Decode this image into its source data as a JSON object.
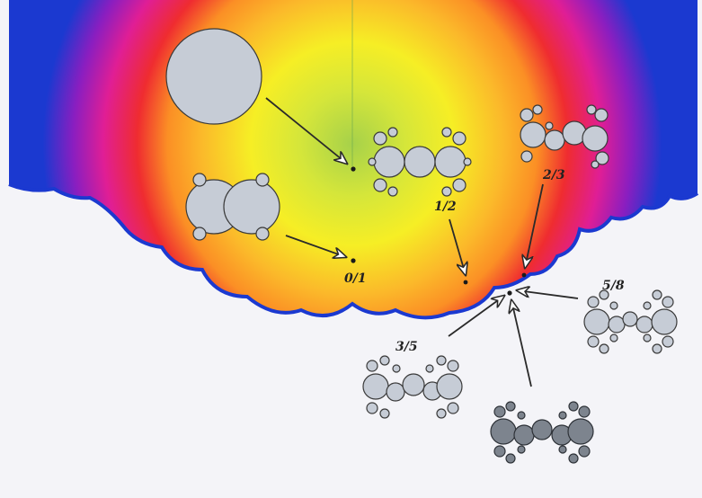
{
  "figure": {
    "labels": {
      "zero_over_one": "0/1",
      "one_half": "1/2",
      "two_thirds": "2/3",
      "three_fifths": "3/5",
      "five_eighths": "5/8"
    },
    "colors": {
      "page": "#f4f4f8",
      "shape_fill": "#c6ccd6",
      "shape_stroke": "#3a3a3a",
      "arrow": "#2a2a2a",
      "gradient_center": "#a6d14a",
      "gradient_yellow": "#f6ee25",
      "gradient_orange": "#fb8f25",
      "gradient_red": "#ef2c30",
      "gradient_magenta": "#e01e95",
      "gradient_blue": "#1b39d0"
    }
  }
}
